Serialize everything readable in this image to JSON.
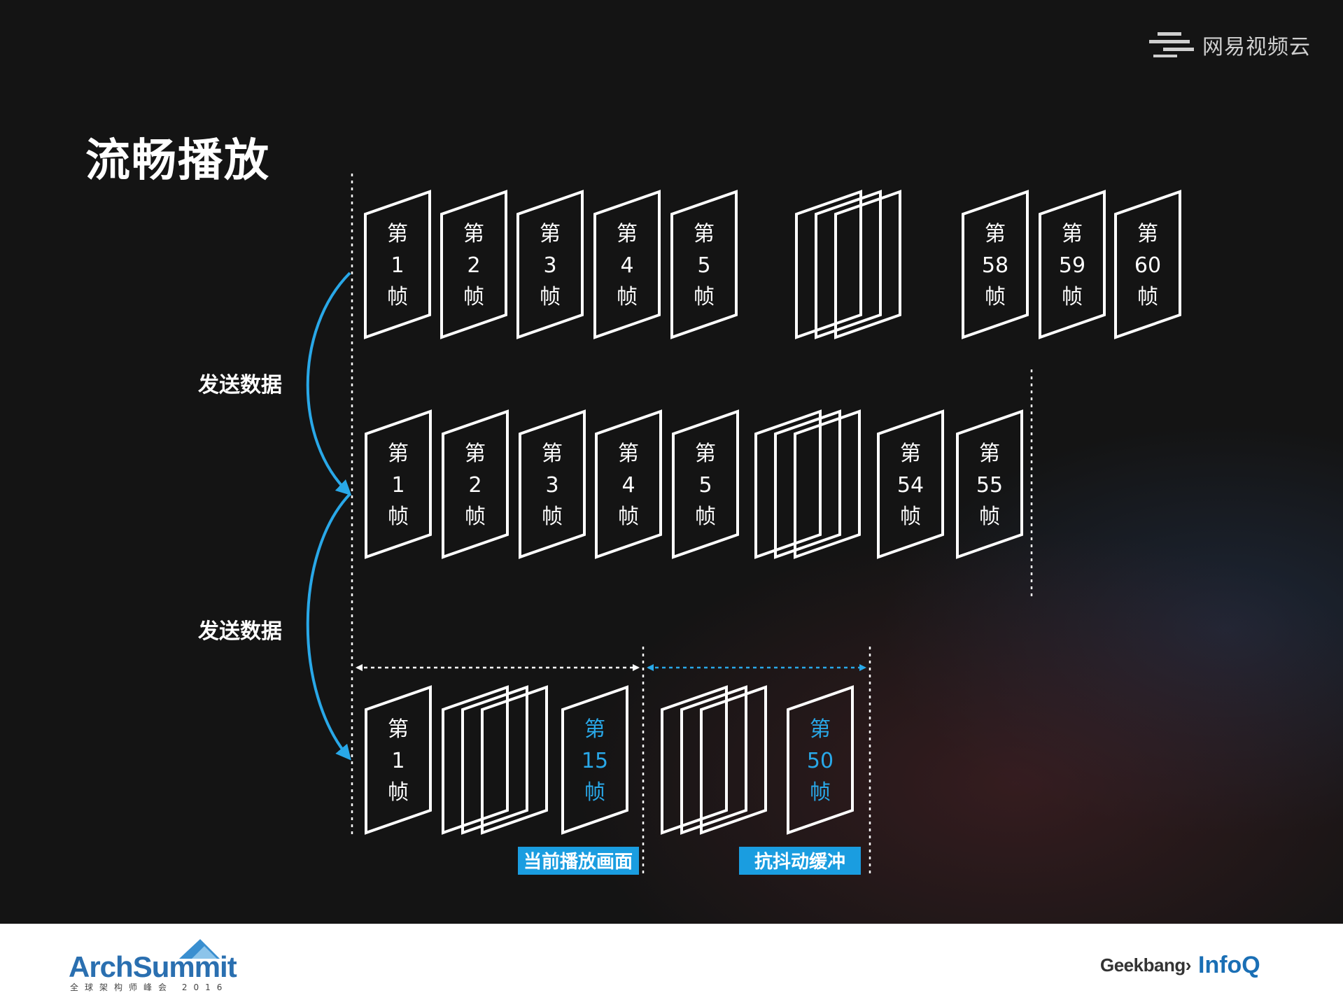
{
  "title": "流畅播放",
  "brand_top": "网易视频云",
  "send_labels": [
    "发送数据",
    "发送数据"
  ],
  "rows": [
    {
      "frames": [
        {
          "lines": [
            "第",
            "1",
            "帧"
          ]
        },
        {
          "lines": [
            "第",
            "2",
            "帧"
          ]
        },
        {
          "lines": [
            "第",
            "3",
            "帧"
          ]
        },
        {
          "lines": [
            "第",
            "4",
            "帧"
          ]
        },
        {
          "lines": [
            "第",
            "5",
            "帧"
          ]
        },
        {
          "stack": 3
        },
        {
          "lines": [
            "第",
            "58",
            "帧"
          ]
        },
        {
          "lines": [
            "第",
            "59",
            "帧"
          ]
        },
        {
          "lines": [
            "第",
            "60",
            "帧"
          ]
        }
      ]
    },
    {
      "frames": [
        {
          "lines": [
            "第",
            "1",
            "帧"
          ]
        },
        {
          "lines": [
            "第",
            "2",
            "帧"
          ]
        },
        {
          "lines": [
            "第",
            "3",
            "帧"
          ]
        },
        {
          "lines": [
            "第",
            "4",
            "帧"
          ]
        },
        {
          "lines": [
            "第",
            "5",
            "帧"
          ]
        },
        {
          "stack": 3
        },
        {
          "lines": [
            "第",
            "54",
            "帧"
          ]
        },
        {
          "lines": [
            "第",
            "55",
            "帧"
          ]
        }
      ]
    },
    {
      "frames": [
        {
          "lines": [
            "第",
            "1",
            "帧"
          ]
        },
        {
          "stack": 3
        },
        {
          "lines": [
            "第",
            "15",
            "帧"
          ],
          "highlight": true
        },
        {
          "stack": 3
        },
        {
          "lines": [
            "第",
            "50",
            "帧"
          ],
          "highlight": true
        }
      ]
    }
  ],
  "tags": {
    "current": "当前播放画面",
    "buffer": "抗抖动缓冲"
  },
  "footer": {
    "archsummit": "ArchSummit",
    "archsummit_sub": "全球架构师峰会 2016",
    "geekbang": "Geekbang›",
    "infoq": "InfoQ"
  },
  "colors": {
    "accent": "#29a8e8",
    "tag_bg": "#1a9de0",
    "frame_stroke": "#ffffff",
    "background": "#141414"
  }
}
